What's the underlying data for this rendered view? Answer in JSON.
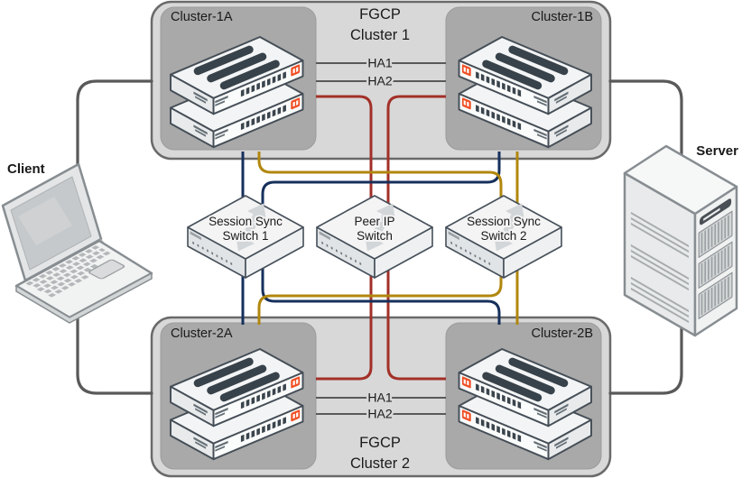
{
  "diagram": {
    "cluster1": {
      "protocol": "FGCP",
      "name": "Cluster 1",
      "member_a": "Cluster-1A",
      "member_b": "Cluster-1B",
      "ha_link1": "HA1",
      "ha_link2": "HA2"
    },
    "cluster2": {
      "protocol": "FGCP",
      "name": "Cluster 2",
      "member_a": "Cluster-2A",
      "member_b": "Cluster-2B",
      "ha_link1": "HA1",
      "ha_link2": "HA2"
    },
    "switches": {
      "session_sync_1": {
        "line1": "Session Sync",
        "line2": "Switch 1"
      },
      "peer_ip": {
        "line1": "Peer IP",
        "line2": "Switch"
      },
      "session_sync_2": {
        "line1": "Session Sync",
        "line2": "Switch 2"
      }
    },
    "endpoints": {
      "client": "Client",
      "server": "Server"
    },
    "colors": {
      "session_sync1_blue": "#16305c",
      "session_sync2_gold": "#b1870e",
      "peer_ip_red": "#a23028",
      "network_gray": "#595959",
      "ha_gray": "#595959",
      "fortinet_red": "#f04e23"
    }
  }
}
